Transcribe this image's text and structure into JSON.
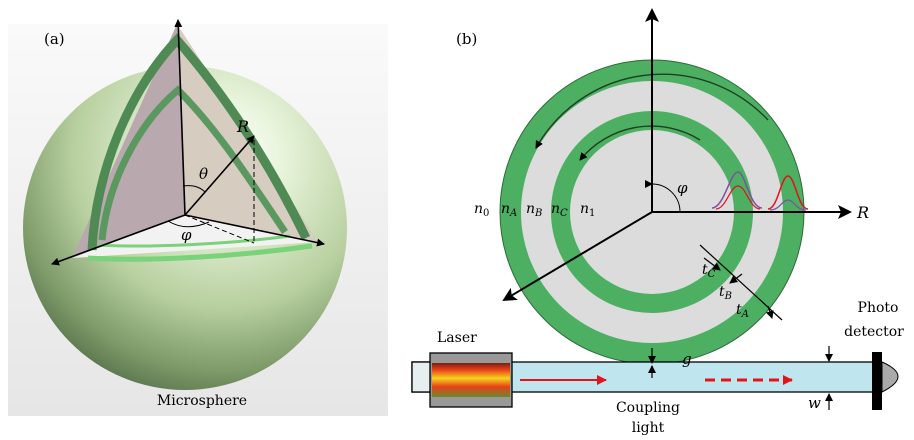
{
  "panel_a": {
    "tag": "(a)",
    "caption": "Microsphere",
    "label_R": "R",
    "label_theta": "θ",
    "label_phi": "φ"
  },
  "panel_b": {
    "tag": "(b)",
    "label_phi": "φ",
    "label_R": "R",
    "index_labels": [
      "n",
      "n",
      "n",
      "n",
      "n"
    ],
    "index_subs": [
      "0",
      "A",
      "B",
      "C",
      "1"
    ],
    "t_labels": [
      "t",
      "t",
      "t"
    ],
    "t_subs": [
      "C",
      "B",
      "A"
    ],
    "label_g": "g",
    "label_w": "w",
    "laser_label": "Laser",
    "detector_label_1": "Photo",
    "detector_label_2": "detector",
    "coupling_label_1": "Coupling",
    "coupling_label_2": "light"
  },
  "colors": {
    "ring_green": "#4caf62",
    "ring_dark": "#2e6b3a",
    "gap_grey": "#dcdcdc",
    "waveguide": "#bfe6ee",
    "arrow_red": "#e0141a",
    "sphere_green": "#cfe6bf"
  }
}
